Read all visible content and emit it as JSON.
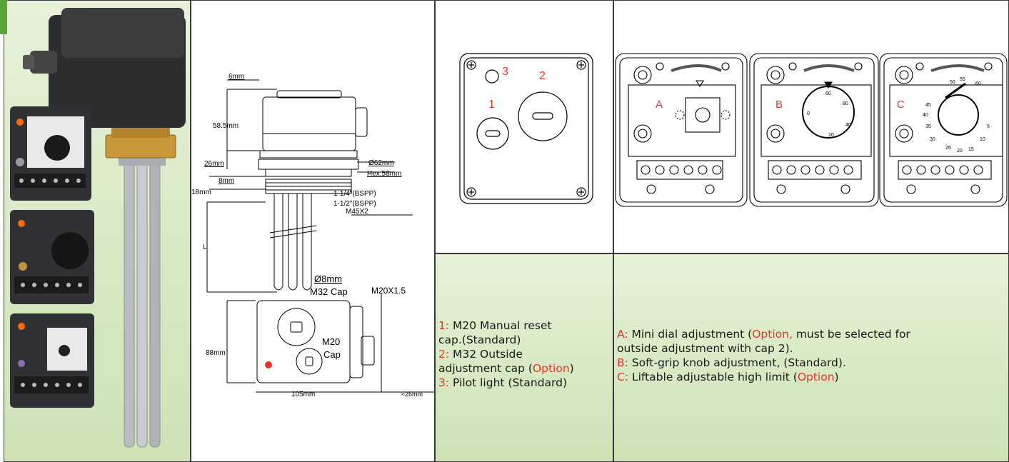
{
  "dimensions": {
    "d6": "6mm",
    "d58": "58.5mm",
    "d26": "26mm",
    "d8": "8mm",
    "d18": "18mm",
    "d62": "Ø62mm",
    "hex": "Hex.58mm",
    "bsp1": "1-1/4\"(BSPP)",
    "bsp2": "1-1/2\"(BSPP)",
    "m45": "M45X2",
    "L": "L",
    "d8dia": "Ø8mm",
    "m32cap": "M32 Cap",
    "m20x": "M20X1.5",
    "m20": "M20",
    "cap": "Cap",
    "d88": "88mm",
    "d105": "105mm",
    "d26b": "≈26mm"
  },
  "cap_diagram": {
    "n1": "1",
    "n2": "2",
    "n3": "3"
  },
  "adjust_diagram": {
    "a": "A",
    "b": "B",
    "c": "C",
    "dial_marks_b": [
      "60",
      "80",
      "40",
      "20",
      "0"
    ],
    "dial_marks_c": [
      "50",
      "55",
      "60",
      "45",
      "40",
      "35",
      "30",
      "25",
      "20",
      "15",
      "10",
      "5"
    ]
  },
  "desc_caps": {
    "l1_num": "1:",
    "l1_text": " M20 Manual reset",
    "l1b": "cap.(Standard)",
    "l2_num": "2:",
    "l2_text": " M32 Outside",
    "l2b_pre": "adjustment cap (",
    "l2b_opt": "Option",
    "l2b_post": ")",
    "l3_num": "3:",
    "l3_text": " Pilot light (Standard)"
  },
  "desc_adjust": {
    "a_key": "A:",
    "a_text": " Mini dial adjustment (",
    "a_opt": "Option,",
    "a_rest": " must be selected for",
    "a_line2": "outside adjustment with cap 2).",
    "b_key": "B:",
    "b_text": " Soft-grip knob adjustment, (Standard).",
    "c_key": "C:",
    "c_text": " Liftable adjustable high limit (",
    "c_opt": "Option",
    "c_post": ")"
  },
  "colors": {
    "accent": "#e8332a",
    "green_bg": "#d6e9c2",
    "border": "#3a3a3a"
  }
}
